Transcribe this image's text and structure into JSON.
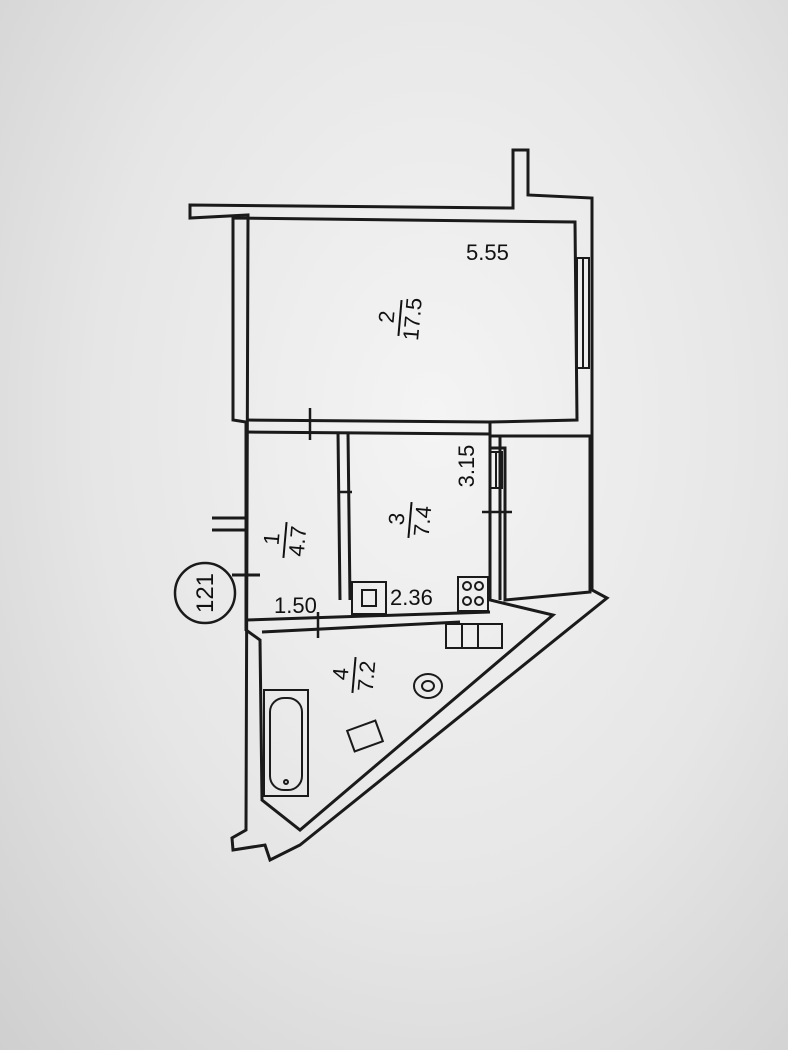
{
  "plan": {
    "apartment_number": "121",
    "dimensions": {
      "width_room2": "5.55",
      "kitchen_side": "3.15",
      "hall_side": "1.50",
      "kitchen_bottom": "2.36"
    },
    "rooms": [
      {
        "number": "1",
        "area": "4.7"
      },
      {
        "number": "2",
        "area": "17.5"
      },
      {
        "number": "3",
        "area": "7.4"
      },
      {
        "number": "4",
        "area": "7.2"
      }
    ]
  }
}
